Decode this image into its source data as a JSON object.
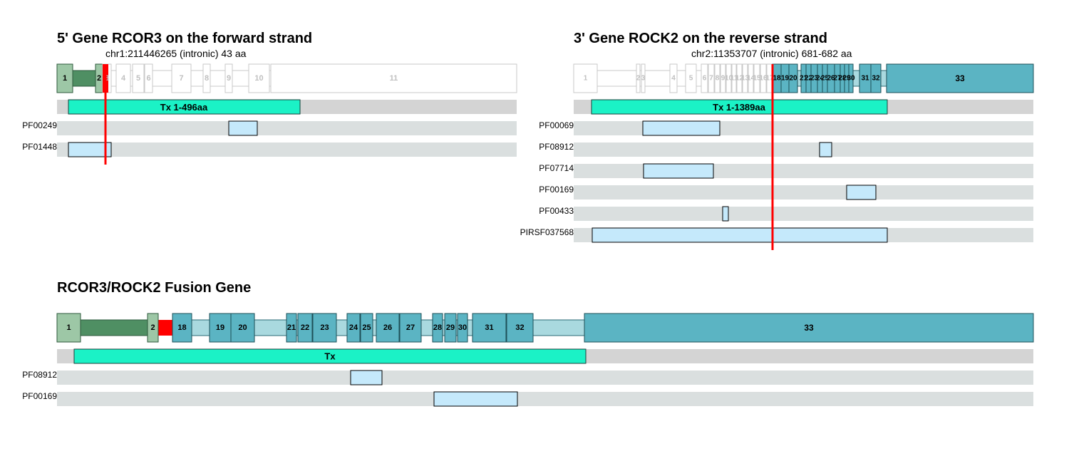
{
  "colors": {
    "tx": "#1bf2c6",
    "domain": "#c5e9fb",
    "track": "#dadfdf",
    "tx_track": "#d4d4d4",
    "breakpoint": "#ff0000",
    "rcor3_exon": "#9dc7a6",
    "rcor3_intron": "#4f8f63",
    "rock2_exon": "#5bb4c3",
    "rock2_intron": "#a9d9df",
    "faded_exon_text": "#c0c0c0",
    "faded_border": "#c8c8c8"
  },
  "five_prime": {
    "title": "5' Gene RCOR3 on the forward strand",
    "subtitle": "chr1:211446265 (intronic) 43 aa",
    "exons": [
      "1",
      "2",
      "3",
      "4",
      "5",
      "6",
      "7",
      "8",
      "9",
      "10",
      "11"
    ],
    "tx_label": "Tx 1-496aa",
    "domains": [
      "PF00249",
      "PF01448"
    ]
  },
  "three_prime": {
    "title": "3' Gene ROCK2 on the reverse strand",
    "subtitle": "chr2:11353707 (intronic) 681-682 aa",
    "exons": [
      "1",
      "2",
      "3",
      "4",
      "5",
      "6",
      "7",
      "8",
      "9",
      "10",
      "11",
      "12",
      "13",
      "14",
      "15",
      "16",
      "17",
      "18",
      "19",
      "20",
      "21",
      "22",
      "23",
      "24",
      "25",
      "26",
      "27",
      "28",
      "29",
      "30",
      "31",
      "32",
      "33"
    ],
    "tx_label": "Tx 1-1389aa",
    "domains": [
      "PF00069",
      "PF08912",
      "PF07714",
      "PF00169",
      "PF00433",
      "PIRSF037568"
    ]
  },
  "fusion": {
    "title": "RCOR3/ROCK2 Fusion Gene",
    "exons": [
      "1",
      "2",
      "18",
      "19",
      "20",
      "21",
      "22",
      "23",
      "24",
      "25",
      "26",
      "27",
      "28",
      "29",
      "30",
      "31",
      "32",
      "33"
    ],
    "tx_label": "Tx",
    "domains": [
      "PF08912",
      "PF00169"
    ]
  }
}
